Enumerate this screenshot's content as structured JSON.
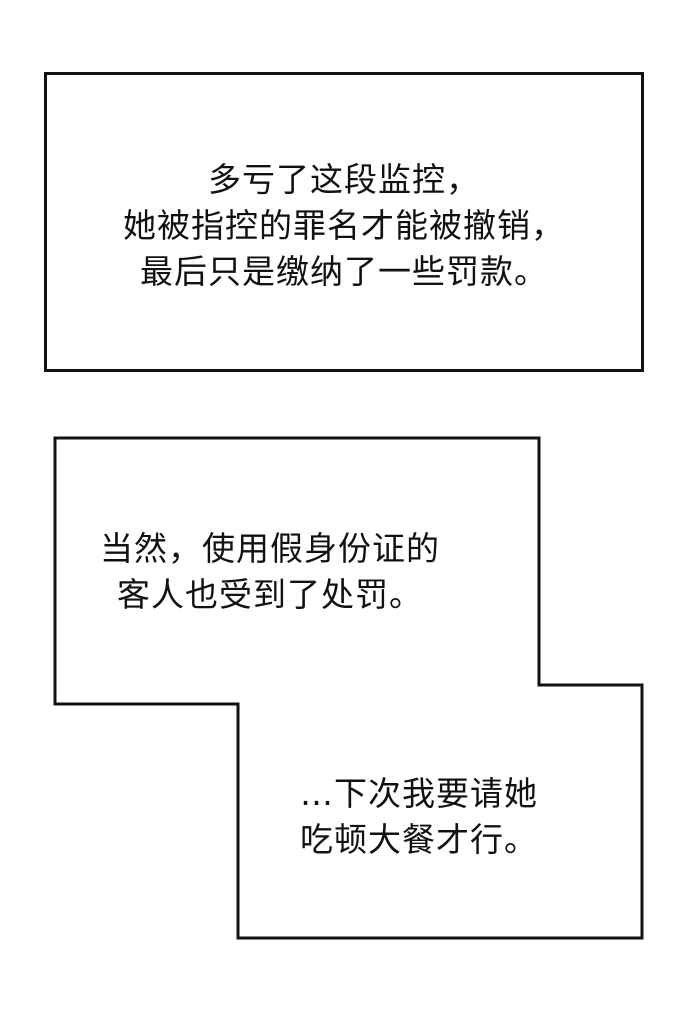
{
  "panel_1": {
    "lines": [
      "多亏了这段监控，",
      "她被指控的罪名才能被撤销，",
      "最后只是缴纳了一些罚款。"
    ]
  },
  "panel_2": {
    "lines": [
      "当然，使用假身份证的",
      "客人也受到了处罚。"
    ]
  },
  "panel_3": {
    "lines": [
      "…下次我要请她",
      "吃顿大餐才行。"
    ]
  },
  "colors": {
    "background": "#ffffff",
    "border": "#111111",
    "text": "#111111"
  }
}
